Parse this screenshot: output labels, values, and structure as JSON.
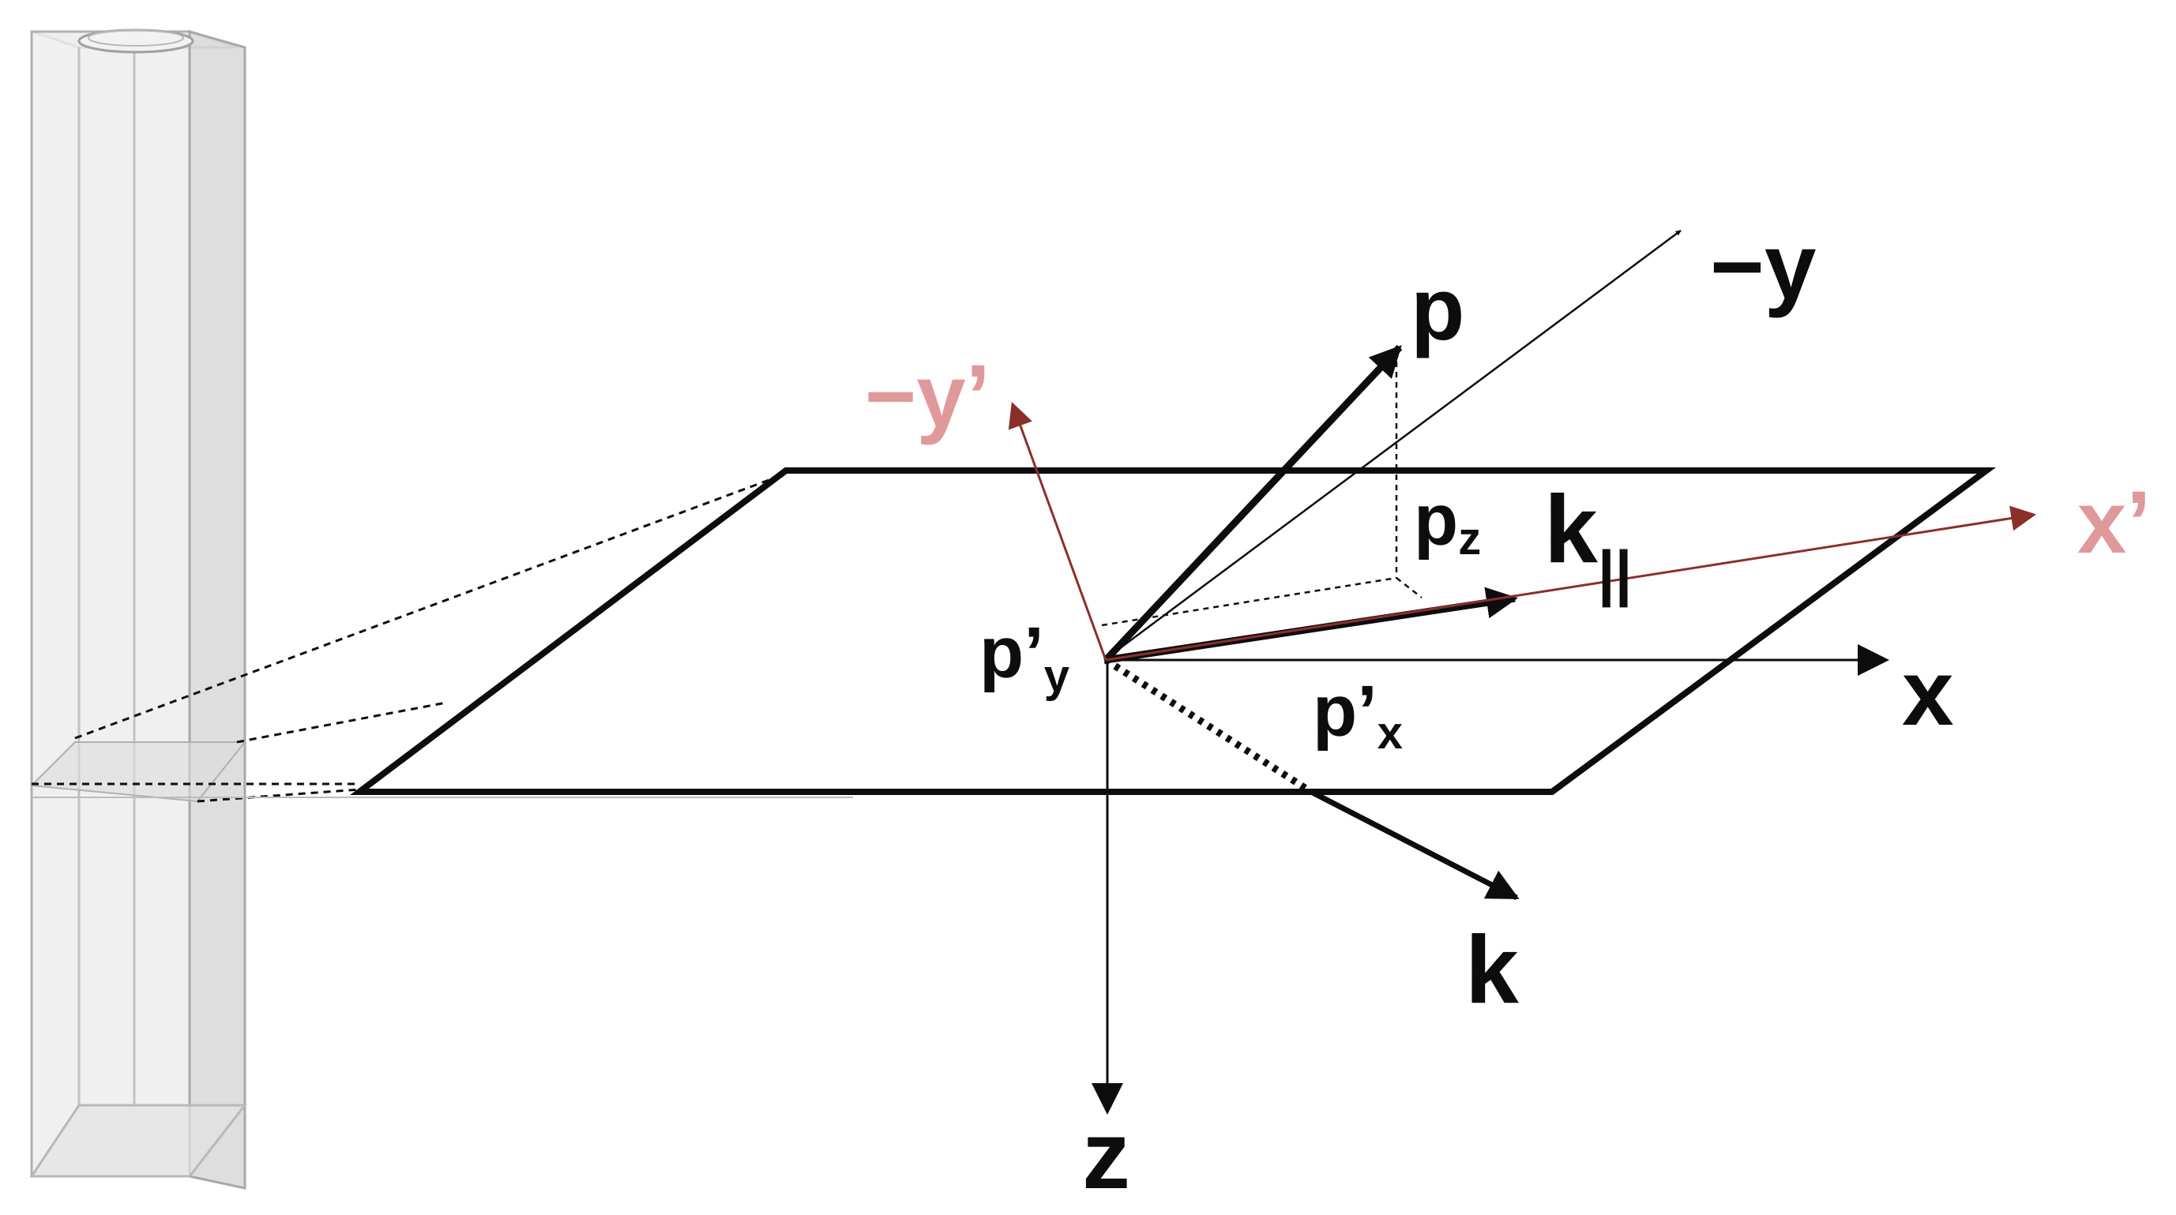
{
  "labels": {
    "neg_y": "−y",
    "p": "p",
    "neg_y_prime": "−y’",
    "p_z": "p",
    "p_z_sub": "z",
    "k_par": "k",
    "k_par_sub": "||",
    "x_prime": "x’",
    "p_prime_y": "p’",
    "p_prime_y_sub": "y",
    "x": "x",
    "p_prime_x": "p’",
    "p_prime_x_sub": "x",
    "k": "k",
    "z": "z"
  },
  "colors": {
    "black": "#0d0d0d",
    "dark_red": "#8b2f2a",
    "light_red": "#e0999b",
    "cuvette_fill": "#eeeeee",
    "cuvette_edge": "#b0b0b0"
  }
}
